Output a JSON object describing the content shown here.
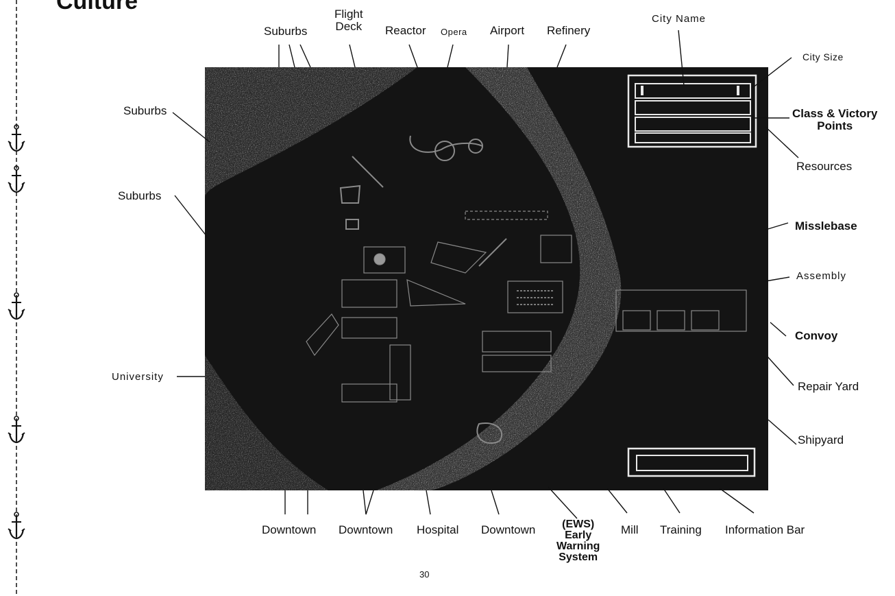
{
  "heading": "Culture",
  "page_number": "30",
  "screen": {
    "city_name_box_rows": 4,
    "info_bar_rows": 1
  },
  "labels": {
    "top": {
      "suburbs": "Suburbs",
      "flight_deck": "Flight\nDeck",
      "reactor": "Reactor",
      "opera": "Opera",
      "airport": "Airport",
      "refinery": "Refinery",
      "city_name": "City Name"
    },
    "left": {
      "suburbs_1": "Suburbs",
      "suburbs_2": "Suburbs",
      "university": "University"
    },
    "right": {
      "city_size": "City Size",
      "class_victory": "Class & Victory\nPoints",
      "resources": "Resources",
      "misslebase": "Misslebase",
      "assembly": "Assembly",
      "convoy": "Convoy",
      "repair_yard": "Repair Yard",
      "shipyard": "Shipyard"
    },
    "bottom": {
      "downtown_1": "Downtown",
      "downtown_2": "Downtown",
      "hospital": "Hospital",
      "downtown_3": "Downtown",
      "ews": "(EWS)\nEarly\nWarning\nSystem",
      "mill": "Mill",
      "training": "Training",
      "information_bar": "Information Bar"
    }
  }
}
